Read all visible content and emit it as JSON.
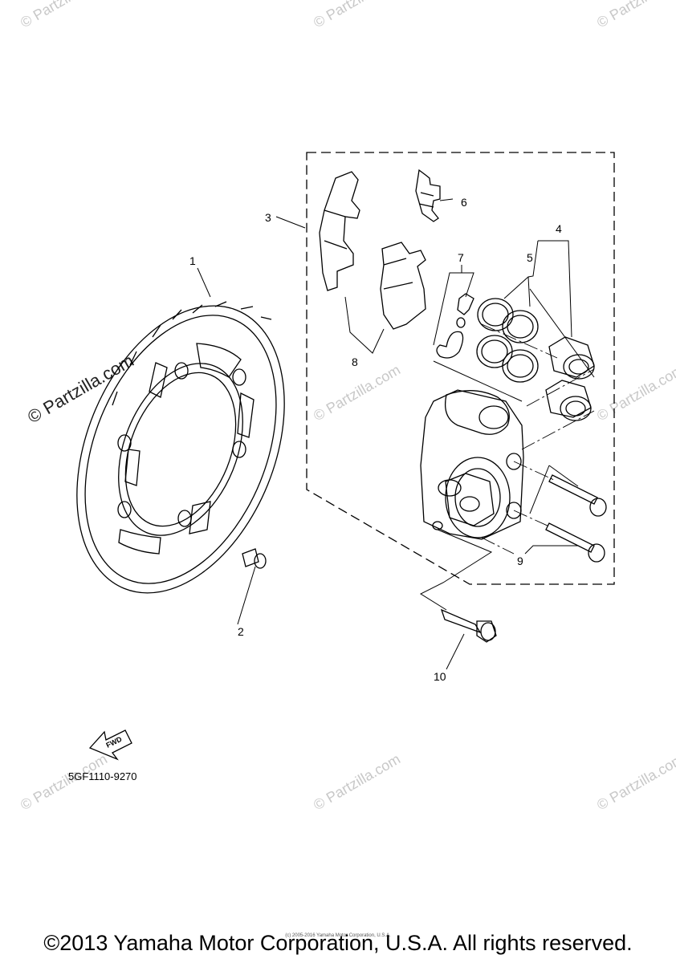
{
  "watermarks": {
    "big": "© Partzilla.com",
    "small": "© Partzilla.com"
  },
  "callouts": {
    "c1": "1",
    "c2": "2",
    "c3": "3",
    "c4": "4",
    "c5": "5",
    "c6": "6",
    "c7": "7",
    "c8": "8",
    "c9": "9",
    "c10": "10"
  },
  "fwd_arrow": {
    "label": "FWD"
  },
  "catalog_number": "5GF1110-9270",
  "tiny_copyright": "(c) 2005-2016 Yamaha Motor Corporation, U.S.A.",
  "copyright": "©2013 Yamaha Motor Corporation, U.S.A. All rights reserved."
}
